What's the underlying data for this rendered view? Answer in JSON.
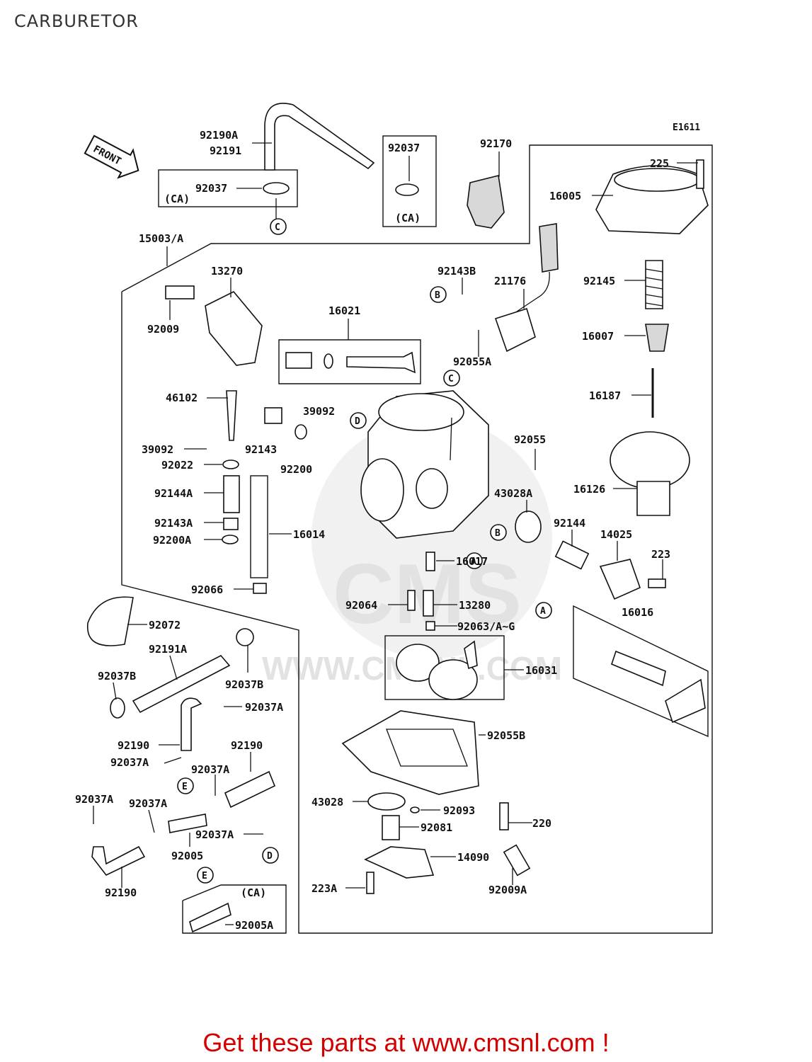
{
  "title": "CARBURETOR",
  "diagram_code": "E1611",
  "front_label": "FRONT",
  "watermark_text": "WWW.CMSNL.COM",
  "watermark_logo": "CMS",
  "footer_text": "Get these parts at www.cmsnl.com !",
  "colors": {
    "footer": "#d40000",
    "line": "#111111",
    "watermark": "#e6e6e6"
  },
  "parts": {
    "p92190A": "92190A",
    "p92191": "92191",
    "p92037_top": "92037",
    "p92037_left": "92037",
    "ca1": "(CA)",
    "ca2": "(CA)",
    "ca3": "(CA)",
    "p92170": "92170",
    "p225": "225",
    "p16005": "16005",
    "p15003A": "15003/A",
    "p13270": "13270",
    "p92009": "92009",
    "p16021": "16021",
    "p92143B": "92143B",
    "p21176": "21176",
    "p92145": "92145",
    "p92055A": "92055A",
    "p16007": "16007",
    "p16187": "16187",
    "p46102": "46102",
    "p39092a": "39092",
    "p39092b": "39092",
    "p92143": "92143",
    "p92200": "92200",
    "p92022": "92022",
    "p92055": "92055",
    "p92144A": "92144A",
    "p43028A": "43028A",
    "p16126": "16126",
    "p92143A": "92143A",
    "p16014": "16014",
    "p92200A": "92200A",
    "p92144": "92144",
    "p14025": "14025",
    "p223": "223",
    "p16017": "16017",
    "p92066": "92066",
    "p92064": "92064",
    "p13280": "13280",
    "p16016": "16016",
    "p92072": "92072",
    "p92063": "92063/A~G",
    "p92191A": "92191A",
    "p16031": "16031",
    "p92037B_a": "92037B",
    "p92037B_b": "92037B",
    "p92037A_a": "92037A",
    "p92190_a": "92190",
    "p92055B": "92055B",
    "p92037A_b": "92037A",
    "p92190_b": "92190",
    "p92037A_c": "92037A",
    "p92037A_d": "92037A",
    "p92037A_e": "92037A",
    "p43028": "43028",
    "p92093": "92093",
    "p220": "220",
    "p92081": "92081",
    "p92037A_f": "92037A",
    "p92005": "92005",
    "p14090": "14090",
    "p92190_c": "92190",
    "p223A": "223A",
    "p92009A": "92009A",
    "p92005A": "92005A"
  },
  "refs": {
    "C": "C",
    "B": "B",
    "D": "D",
    "A": "A",
    "E": "E"
  }
}
